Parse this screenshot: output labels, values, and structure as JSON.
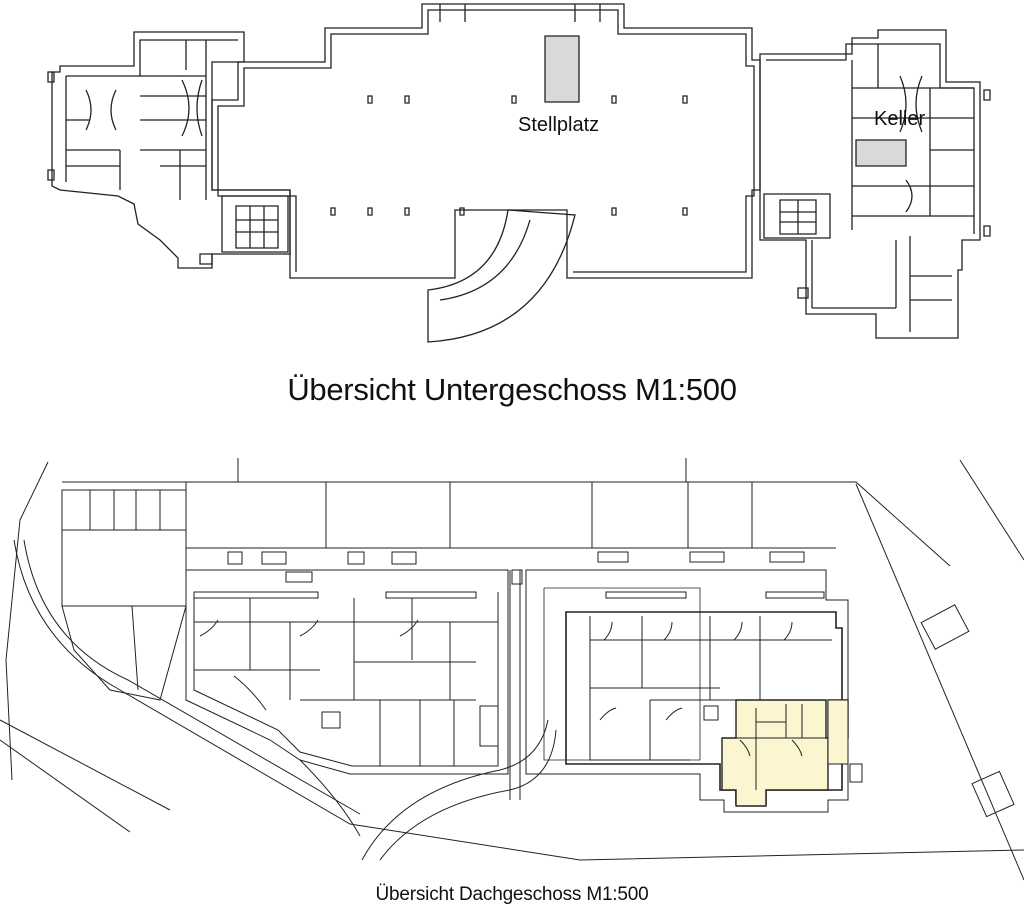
{
  "plans": {
    "upper": {
      "caption": "Übersicht Untergeschoss M1:500",
      "labels": {
        "parking": "Stellplatz",
        "cellar": "Keller"
      }
    },
    "lower": {
      "caption": "Übersicht Dachgeschoss M1:500"
    }
  },
  "colors": {
    "line": "#222222",
    "grey_fill": "#d9d9d9",
    "highlight_fill": "#fbf6cf"
  }
}
